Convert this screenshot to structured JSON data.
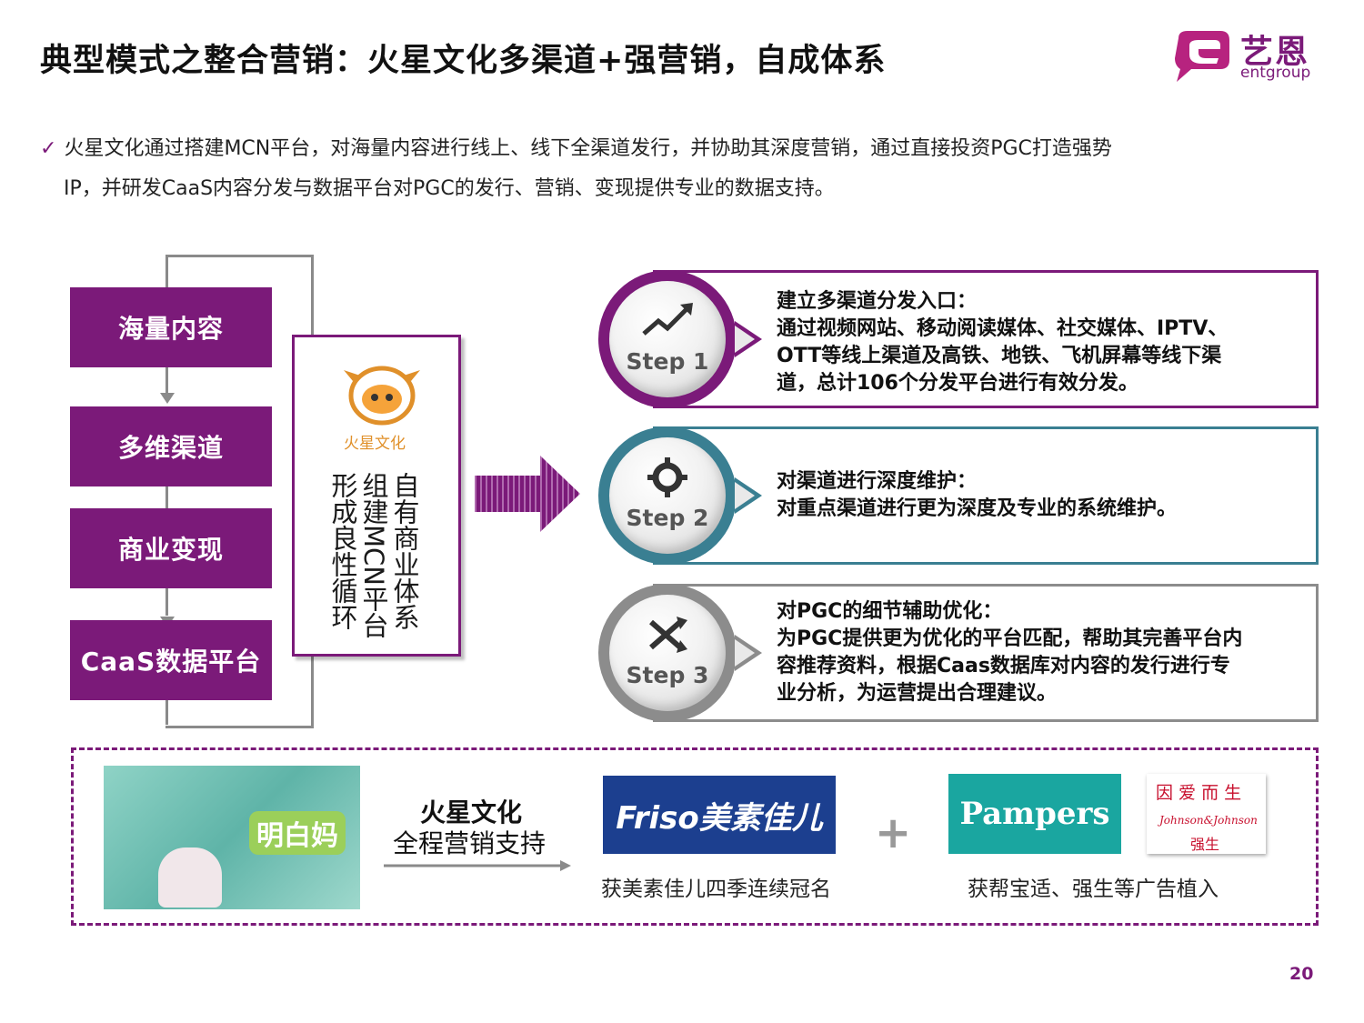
{
  "title": "典型模式之整合营销：火星文化多渠道+强营销，自成体系",
  "logo": {
    "cn": "艺恩",
    "en": "entgroup"
  },
  "intro": {
    "line1": "火星文化通过搭建MCN平台，对海量内容进行线上、线下全渠道发行，并协助其深度营销，通过直接投资PGC打造强势",
    "line2": "IP，并研发CaaS内容分发与数据平台对PGC的发行、营销、变现提供专业的数据支持。"
  },
  "process": [
    "海量内容",
    "多维渠道",
    "商业变现",
    "CaaS数据平台"
  ],
  "mcn": {
    "logo_text": "火星文化",
    "col1": "自有商业体系",
    "col2": "组建MCN平台",
    "col3": "形成良性循环"
  },
  "steps": [
    {
      "label": "Step 1",
      "heading": "建立多渠道分发入口：",
      "body": [
        "通过视频网站、移动阅读媒体、社交媒体、IPTV、",
        "OTT等线上渠道及高铁、地铁、飞机屏幕等线下渠",
        "道，总计106个分发平台进行有效分发。"
      ],
      "color": "#7b1a79",
      "icon": "trend-arrow-icon"
    },
    {
      "label": "Step 2",
      "heading": "对渠道进行深度维护：",
      "body": [
        "对重点渠道进行更为深度及专业的系统维护。"
      ],
      "color": "#3a7f92",
      "icon": "gear-icon"
    },
    {
      "label": "Step 3",
      "heading": "对PGC的细节辅助优化：",
      "body": [
        "为PGC提供更为优化的平台匹配，帮助其完善平台内",
        "容推荐资料，根据Caas数据库对内容的发行进行专",
        "业分析，为运营提出合理建议。"
      ],
      "color": "#8c8c8c",
      "icon": "shuffle-icon"
    }
  ],
  "bottom": {
    "support_line1": "火星文化",
    "support_line2": "全程营销支持",
    "photo_text": "明白妈",
    "friso_logo": "Friso美素佳儿",
    "friso_caption": "获美素佳儿四季连续冠名",
    "plus": "+",
    "pampers_logo": "Pampers",
    "jj_top": "因 爱 而 生",
    "jj_mid": "Johnson&Johnson",
    "jj_bottom": "强生",
    "ads_caption": "获帮宝适、强生等广告植入"
  },
  "page_number": "20",
  "colors": {
    "brand": "#7b1a79",
    "teal": "#3a7f92",
    "gray": "#8c8c8c"
  }
}
